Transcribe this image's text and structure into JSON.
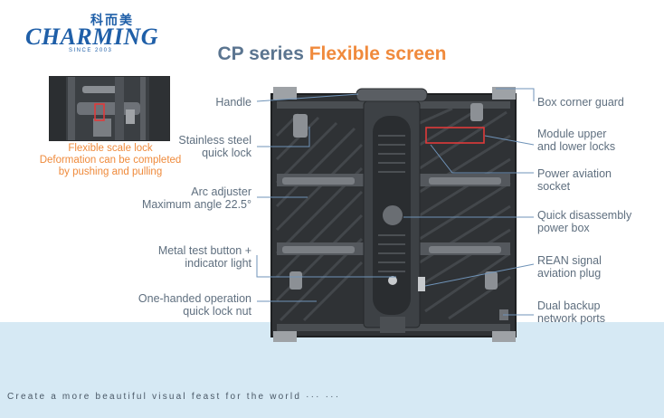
{
  "brand": {
    "name": "CHARMING",
    "chinese_name": "科而美",
    "since": "SINCE 2003",
    "color": "#1f5fa8"
  },
  "title": {
    "part1": "CP series",
    "part2": "Flexible screen",
    "part1_color": "#5b7590",
    "part2_color": "#f08a3c"
  },
  "inset": {
    "caption_lines": [
      "Flexible scale lock",
      "Deformation can be completed",
      "by pushing and pulling"
    ],
    "caption_color": "#ef8a3b"
  },
  "left_labels": {
    "handle": [
      "Handle"
    ],
    "quick_lock": [
      "Stainless steel",
      "quick lock"
    ],
    "arc_adjuster": [
      "Arc adjuster",
      "Maximum angle 22.5°"
    ],
    "test_button": [
      "Metal test button +",
      "indicator light"
    ],
    "lock_nut": [
      "One-handed operation",
      "quick lock nut"
    ]
  },
  "right_labels": {
    "corner_guard": [
      "Box corner guard"
    ],
    "module_locks": [
      "Module upper",
      "and lower locks"
    ],
    "power_socket": [
      "Power aviation",
      "socket"
    ],
    "power_box": [
      "Quick disassembly",
      "power box"
    ],
    "rean_plug": [
      "REAN signal",
      "aviation plug"
    ],
    "network_ports": [
      "Dual backup",
      "network ports"
    ]
  },
  "tagline": "Create a more beautiful visual feast for the world ··· ···",
  "colors": {
    "label_text": "#5f6f7f",
    "leader_line": "#6f93b8",
    "bottom_band": "#d6e9f4",
    "highlight_box": "#e03a3a"
  }
}
